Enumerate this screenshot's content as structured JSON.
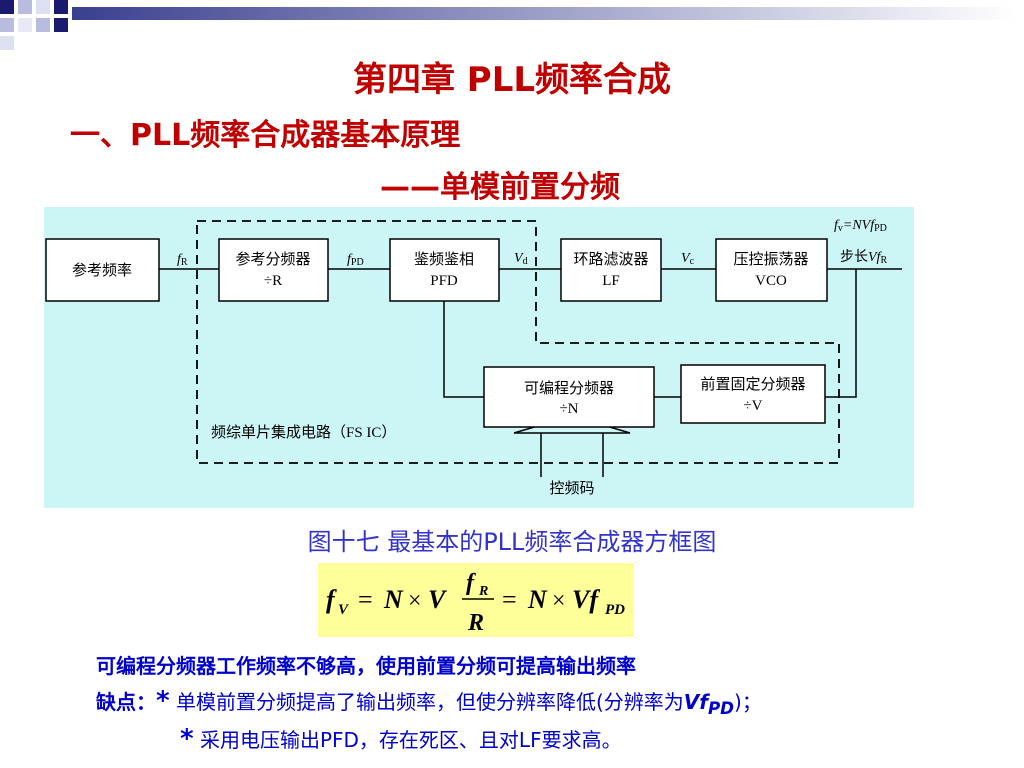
{
  "slide": {
    "title": "第四章  PLL频率合成",
    "subtitle1": "一、PLL频率合成器基本原理",
    "subtitle2": "——单模前置分频"
  },
  "diagram": {
    "blocks": {
      "ref_freq": "参考频率",
      "ref_div_line1": "参考分频器",
      "ref_div_line2": "÷R",
      "pfd_line1": "鉴频鉴相",
      "pfd_line2": "PFD",
      "lf_line1": "环路滤波器",
      "lf_line2": "LF",
      "vco_line1": "压控振荡器",
      "vco_line2": "VCO",
      "prog_div_line1": "可编程分频器",
      "prog_div_line2": "÷N",
      "prescaler_line1": "前置固定分频器",
      "prescaler_line2": "÷V"
    },
    "labels": {
      "fR_main": "f",
      "fR_sub": "R",
      "fPD_main": "f",
      "fPD_sub": "PD",
      "Vd_main": "V",
      "Vd_sub": "d",
      "Vc_main": "V",
      "Vc_sub": "c",
      "fv_text_1": "f",
      "fv_text_2": "v",
      "fv_text_3": "=NVf",
      "fv_text_4": "PD",
      "step_text_1": "步长",
      "step_text_2": "Vf",
      "step_text_3": "R",
      "ic_label": "频综单片集成电路（FS IC）",
      "ctrl_code": "控频码"
    }
  },
  "caption": "图十七  最基本的PLL频率合成器方框图",
  "formula": {
    "fV": "f",
    "fV_sub": "V",
    "eq1": "=",
    "N1": "N",
    "times1": "×",
    "V1": "V",
    "fR_num": "f",
    "fR_sub": "R",
    "R_den": "R",
    "eq2": "=",
    "N2": "N",
    "times2": "×",
    "Vf": "Vf",
    "PD_sub": "PD"
  },
  "notes": {
    "line1": "可编程分频器工作频率不够高，使用前置分频可提高输出频率",
    "line2_label": "缺点：",
    "line2_star": "*",
    "line2_text": " 单模前置分频提高了输出频率，但使分辨率降低(分辨率为",
    "line2_vf": "Vf",
    "line2_pd": "PD",
    "line2_end": ")；",
    "line3_star": "*",
    "line3_text": " 采用电压输出PFD，存在死区、且对LF要求高。"
  },
  "colors": {
    "title": "#c00000",
    "text_blue": "#0000cc",
    "caption": "#3333cc",
    "diagram_bg": "#ccf5f5",
    "formula_bg": "#ffff99",
    "deco_navy": "#1a1a6e"
  }
}
